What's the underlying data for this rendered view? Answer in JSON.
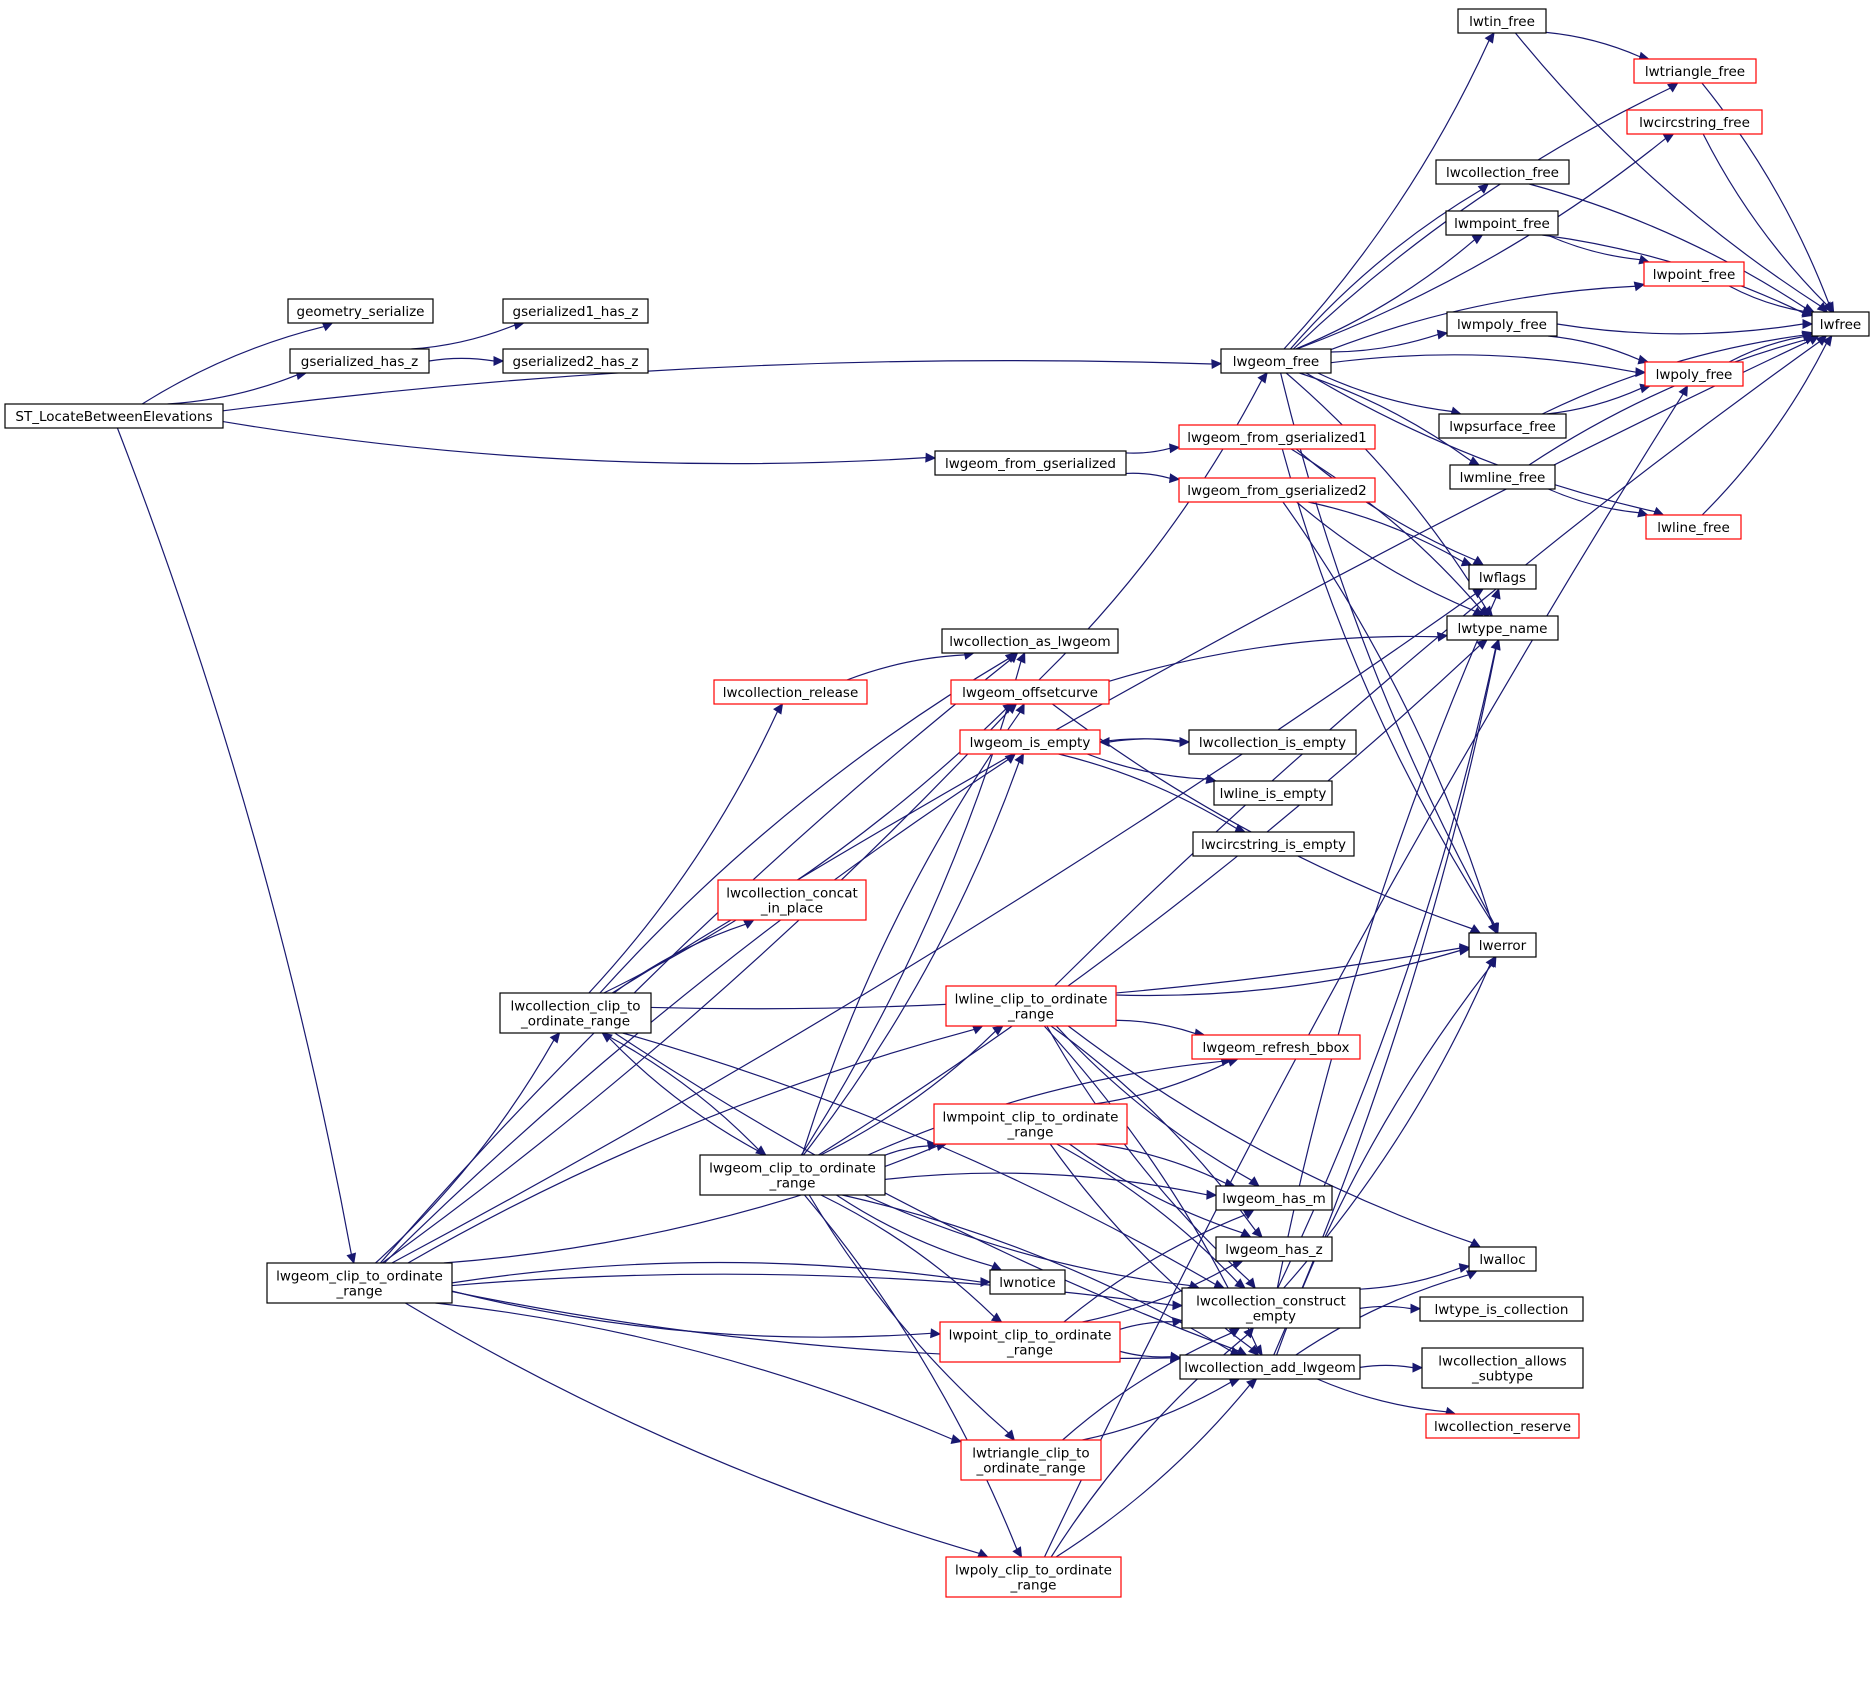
{
  "colors": {
    "edge": "#191970",
    "node_border_default": "#000000",
    "node_border_truncated": "#ff0000",
    "root_fill": "#bfbfbf",
    "background": "#ffffff"
  },
  "nodes": [
    {
      "id": "st_locate",
      "lines": [
        "ST_LocateBetweenElevations"
      ],
      "border": "black",
      "root": true
    },
    {
      "id": "geometry_serialize",
      "lines": [
        "geometry_serialize"
      ],
      "border": "black"
    },
    {
      "id": "gserialized_has_z",
      "lines": [
        "gserialized_has_z"
      ],
      "border": "black"
    },
    {
      "id": "gserialized1_has_z",
      "lines": [
        "gserialized1_has_z"
      ],
      "border": "black"
    },
    {
      "id": "gserialized2_has_z",
      "lines": [
        "gserialized2_has_z"
      ],
      "border": "black"
    },
    {
      "id": "lwgeom_free",
      "lines": [
        "lwgeom_free"
      ],
      "border": "black"
    },
    {
      "id": "lwgeom_from_gserialized",
      "lines": [
        "lwgeom_from_gserialized"
      ],
      "border": "black"
    },
    {
      "id": "lwgeom_from_gserialized1",
      "lines": [
        "lwgeom_from_gserialized1"
      ],
      "border": "red"
    },
    {
      "id": "lwgeom_from_gserialized2",
      "lines": [
        "lwgeom_from_gserialized2"
      ],
      "border": "red"
    },
    {
      "id": "lwtin_free",
      "lines": [
        "lwtin_free"
      ],
      "border": "black"
    },
    {
      "id": "lwtriangle_free",
      "lines": [
        "lwtriangle_free"
      ],
      "border": "red"
    },
    {
      "id": "lwcircstring_free",
      "lines": [
        "lwcircstring_free"
      ],
      "border": "red"
    },
    {
      "id": "lwcollection_free",
      "lines": [
        "lwcollection_free"
      ],
      "border": "black"
    },
    {
      "id": "lwmpoint_free",
      "lines": [
        "lwmpoint_free"
      ],
      "border": "black"
    },
    {
      "id": "lwpoint_free",
      "lines": [
        "lwpoint_free"
      ],
      "border": "red"
    },
    {
      "id": "lwmpoly_free",
      "lines": [
        "lwmpoly_free"
      ],
      "border": "black"
    },
    {
      "id": "lwpoly_free",
      "lines": [
        "lwpoly_free"
      ],
      "border": "red"
    },
    {
      "id": "lwpsurface_free",
      "lines": [
        "lwpsurface_free"
      ],
      "border": "black"
    },
    {
      "id": "lwmline_free",
      "lines": [
        "lwmline_free"
      ],
      "border": "black"
    },
    {
      "id": "lwline_free",
      "lines": [
        "lwline_free"
      ],
      "border": "red"
    },
    {
      "id": "lwfree",
      "lines": [
        "lwfree"
      ],
      "border": "black"
    },
    {
      "id": "lwflags",
      "lines": [
        "lwflags"
      ],
      "border": "black"
    },
    {
      "id": "lwtype_name",
      "lines": [
        "lwtype_name"
      ],
      "border": "black"
    },
    {
      "id": "lwerror",
      "lines": [
        "lwerror"
      ],
      "border": "black"
    },
    {
      "id": "lwcollection_as_lwgeom",
      "lines": [
        "lwcollection_as_lwgeom"
      ],
      "border": "black"
    },
    {
      "id": "lwcollection_release",
      "lines": [
        "lwcollection_release"
      ],
      "border": "red"
    },
    {
      "id": "lwgeom_offsetcurve",
      "lines": [
        "lwgeom_offsetcurve"
      ],
      "border": "red"
    },
    {
      "id": "lwgeom_is_empty",
      "lines": [
        "lwgeom_is_empty"
      ],
      "border": "red"
    },
    {
      "id": "lwcollection_is_empty",
      "lines": [
        "lwcollection_is_empty"
      ],
      "border": "black"
    },
    {
      "id": "lwline_is_empty",
      "lines": [
        "lwline_is_empty"
      ],
      "border": "black"
    },
    {
      "id": "lwcircstring_is_empty",
      "lines": [
        "lwcircstring_is_empty"
      ],
      "border": "black"
    },
    {
      "id": "lwcollection_concat",
      "lines": [
        "lwcollection_concat",
        "_in_place"
      ],
      "border": "red"
    },
    {
      "id": "lwcollection_clip",
      "lines": [
        "lwcollection_clip_to",
        "_ordinate_range"
      ],
      "border": "black"
    },
    {
      "id": "lwline_clip",
      "lines": [
        "lwline_clip_to_ordinate",
        "_range"
      ],
      "border": "red"
    },
    {
      "id": "lwgeom_refresh_bbox",
      "lines": [
        "lwgeom_refresh_bbox"
      ],
      "border": "red"
    },
    {
      "id": "lwmpoint_clip",
      "lines": [
        "lwmpoint_clip_to_ordinate",
        "_range"
      ],
      "border": "red"
    },
    {
      "id": "lwgeom_clip_inner",
      "lines": [
        "lwgeom_clip_to_ordinate",
        "_range"
      ],
      "border": "black"
    },
    {
      "id": "lwgeom_has_m",
      "lines": [
        "lwgeom_has_m"
      ],
      "border": "black"
    },
    {
      "id": "lwgeom_has_z",
      "lines": [
        "lwgeom_has_z"
      ],
      "border": "black"
    },
    {
      "id": "lwalloc",
      "lines": [
        "lwalloc"
      ],
      "border": "black"
    },
    {
      "id": "lwgeom_clip_outer",
      "lines": [
        "lwgeom_clip_to_ordinate",
        "_range"
      ],
      "border": "black"
    },
    {
      "id": "lwnotice",
      "lines": [
        "lwnotice"
      ],
      "border": "black"
    },
    {
      "id": "lwcollection_construct_empty",
      "lines": [
        "lwcollection_construct",
        "_empty"
      ],
      "border": "black"
    },
    {
      "id": "lwtype_is_collection",
      "lines": [
        "lwtype_is_collection"
      ],
      "border": "black"
    },
    {
      "id": "lwpoint_clip",
      "lines": [
        "lwpoint_clip_to_ordinate",
        "_range"
      ],
      "border": "red"
    },
    {
      "id": "lwcollection_add_lwgeom",
      "lines": [
        "lwcollection_add_lwgeom"
      ],
      "border": "black"
    },
    {
      "id": "lwcollection_allows_subtype",
      "lines": [
        "lwcollection_allows",
        "_subtype"
      ],
      "border": "black"
    },
    {
      "id": "lwcollection_reserve",
      "lines": [
        "lwcollection_reserve"
      ],
      "border": "red"
    },
    {
      "id": "lwtriangle_clip",
      "lines": [
        "lwtriangle_clip_to",
        "_ordinate_range"
      ],
      "border": "red"
    },
    {
      "id": "lwpoly_clip",
      "lines": [
        "lwpoly_clip_to_ordinate",
        "_range"
      ],
      "border": "red"
    }
  ],
  "edges": [
    [
      "st_locate",
      "geometry_serialize"
    ],
    [
      "st_locate",
      "gserialized_has_z"
    ],
    [
      "st_locate",
      "lwgeom_free"
    ],
    [
      "st_locate",
      "lwgeom_from_gserialized"
    ],
    [
      "st_locate",
      "lwgeom_clip_outer"
    ],
    [
      "gserialized_has_z",
      "gserialized1_has_z"
    ],
    [
      "gserialized_has_z",
      "gserialized2_has_z"
    ],
    [
      "lwgeom_from_gserialized",
      "lwgeom_from_gserialized1"
    ],
    [
      "lwgeom_from_gserialized",
      "lwgeom_from_gserialized2"
    ],
    [
      "lwgeom_from_gserialized1",
      "lwflags"
    ],
    [
      "lwgeom_from_gserialized1",
      "lwtype_name"
    ],
    [
      "lwgeom_from_gserialized1",
      "lwerror"
    ],
    [
      "lwgeom_from_gserialized2",
      "lwflags"
    ],
    [
      "lwgeom_from_gserialized2",
      "lwtype_name"
    ],
    [
      "lwgeom_from_gserialized2",
      "lwerror"
    ],
    [
      "lwgeom_free",
      "lwtin_free"
    ],
    [
      "lwgeom_free",
      "lwtriangle_free"
    ],
    [
      "lwgeom_free",
      "lwcircstring_free"
    ],
    [
      "lwgeom_free",
      "lwcollection_free"
    ],
    [
      "lwgeom_free",
      "lwmpoint_free"
    ],
    [
      "lwgeom_free",
      "lwpoint_free"
    ],
    [
      "lwgeom_free",
      "lwmpoly_free"
    ],
    [
      "lwgeom_free",
      "lwpoly_free"
    ],
    [
      "lwgeom_free",
      "lwpsurface_free"
    ],
    [
      "lwgeom_free",
      "lwmline_free"
    ],
    [
      "lwgeom_free",
      "lwline_free"
    ],
    [
      "lwgeom_free",
      "lwtype_name"
    ],
    [
      "lwgeom_free",
      "lwerror"
    ],
    [
      "lwtin_free",
      "lwtriangle_free"
    ],
    [
      "lwtin_free",
      "lwfree"
    ],
    [
      "lwtriangle_free",
      "lwfree"
    ],
    [
      "lwcircstring_free",
      "lwfree"
    ],
    [
      "lwcollection_free",
      "lwfree"
    ],
    [
      "lwmpoint_free",
      "lwpoint_free"
    ],
    [
      "lwmpoint_free",
      "lwfree"
    ],
    [
      "lwpoint_free",
      "lwfree"
    ],
    [
      "lwmpoly_free",
      "lwpoly_free"
    ],
    [
      "lwmpoly_free",
      "lwfree"
    ],
    [
      "lwpoly_free",
      "lwfree"
    ],
    [
      "lwpsurface_free",
      "lwpoly_free"
    ],
    [
      "lwpsurface_free",
      "lwfree"
    ],
    [
      "lwmline_free",
      "lwline_free"
    ],
    [
      "lwmline_free",
      "lwfree"
    ],
    [
      "lwline_free",
      "lwfree"
    ],
    [
      "lwcollection_release",
      "lwcollection_as_lwgeom"
    ],
    [
      "lwgeom_offsetcurve",
      "lwgeom_free"
    ],
    [
      "lwgeom_offsetcurve",
      "lwtype_name"
    ],
    [
      "lwgeom_offsetcurve",
      "lwerror"
    ],
    [
      "lwgeom_is_empty",
      "lwcollection_is_empty"
    ],
    [
      "lwgeom_is_empty",
      "lwline_is_empty"
    ],
    [
      "lwgeom_is_empty",
      "lwcircstring_is_empty"
    ],
    [
      "lwcollection_is_empty",
      "lwgeom_is_empty"
    ],
    [
      "lwcollection_clip",
      "lwcollection_as_lwgeom"
    ],
    [
      "lwcollection_clip",
      "lwcollection_release"
    ],
    [
      "lwcollection_clip",
      "lwcollection_concat"
    ],
    [
      "lwcollection_clip",
      "lwgeom_offsetcurve"
    ],
    [
      "lwcollection_clip",
      "lwgeom_clip_inner"
    ],
    [
      "lwcollection_clip",
      "lwerror"
    ],
    [
      "lwcollection_clip",
      "lwcollection_construct_empty"
    ],
    [
      "lwcollection_clip",
      "lwcollection_add_lwgeom"
    ],
    [
      "lwcollection_clip",
      "lwfree"
    ],
    [
      "lwline_clip",
      "lwerror"
    ],
    [
      "lwline_clip",
      "lwgeom_refresh_bbox"
    ],
    [
      "lwline_clip",
      "lwgeom_has_m"
    ],
    [
      "lwline_clip",
      "lwgeom_has_z"
    ],
    [
      "lwline_clip",
      "lwcollection_construct_empty"
    ],
    [
      "lwline_clip",
      "lwcollection_add_lwgeom"
    ],
    [
      "lwline_clip",
      "lwalloc"
    ],
    [
      "lwline_clip",
      "lwfree"
    ],
    [
      "lwmpoint_clip",
      "lwgeom_refresh_bbox"
    ],
    [
      "lwmpoint_clip",
      "lwgeom_has_m"
    ],
    [
      "lwmpoint_clip",
      "lwgeom_has_z"
    ],
    [
      "lwmpoint_clip",
      "lwcollection_construct_empty"
    ],
    [
      "lwmpoint_clip",
      "lwcollection_add_lwgeom"
    ],
    [
      "lwgeom_clip_inner",
      "lwcollection_clip"
    ],
    [
      "lwgeom_clip_inner",
      "lwcollection_as_lwgeom"
    ],
    [
      "lwgeom_clip_inner",
      "lwgeom_offsetcurve"
    ],
    [
      "lwgeom_clip_inner",
      "lwgeom_is_empty"
    ],
    [
      "lwgeom_clip_inner",
      "lwgeom_refresh_bbox"
    ],
    [
      "lwgeom_clip_inner",
      "lwline_clip"
    ],
    [
      "lwgeom_clip_inner",
      "lwmpoint_clip"
    ],
    [
      "lwgeom_clip_inner",
      "lwtype_name"
    ],
    [
      "lwgeom_clip_inner",
      "lwgeom_has_m"
    ],
    [
      "lwgeom_clip_inner",
      "lwcollection_construct_empty"
    ],
    [
      "lwgeom_clip_inner",
      "lwcollection_add_lwgeom"
    ],
    [
      "lwgeom_clip_inner",
      "lwnotice"
    ],
    [
      "lwgeom_clip_inner",
      "lwpoint_clip"
    ],
    [
      "lwgeom_clip_inner",
      "lwtriangle_clip"
    ],
    [
      "lwgeom_clip_inner",
      "lwpoly_clip"
    ],
    [
      "lwgeom_clip_outer",
      "lwcollection_clip"
    ],
    [
      "lwgeom_clip_outer",
      "lwcollection_as_lwgeom"
    ],
    [
      "lwgeom_clip_outer",
      "lwgeom_offsetcurve"
    ],
    [
      "lwgeom_clip_outer",
      "lwgeom_is_empty"
    ],
    [
      "lwgeom_clip_outer",
      "lwflags"
    ],
    [
      "lwgeom_clip_outer",
      "lwline_clip"
    ],
    [
      "lwgeom_clip_outer",
      "lwmpoint_clip"
    ],
    [
      "lwgeom_clip_outer",
      "lwnotice"
    ],
    [
      "lwgeom_clip_outer",
      "lwpoint_clip"
    ],
    [
      "lwgeom_clip_outer",
      "lwtriangle_clip"
    ],
    [
      "lwgeom_clip_outer",
      "lwpoly_clip"
    ],
    [
      "lwgeom_clip_outer",
      "lwcollection_construct_empty"
    ],
    [
      "lwgeom_clip_outer",
      "lwcollection_add_lwgeom"
    ],
    [
      "lwpoint_clip",
      "lwgeom_has_m"
    ],
    [
      "lwpoint_clip",
      "lwgeom_has_z"
    ],
    [
      "lwpoint_clip",
      "lwcollection_construct_empty"
    ],
    [
      "lwpoint_clip",
      "lwcollection_add_lwgeom"
    ],
    [
      "lwtriangle_clip",
      "lwcollection_construct_empty"
    ],
    [
      "lwtriangle_clip",
      "lwcollection_add_lwgeom"
    ],
    [
      "lwpoly_clip",
      "lwcollection_construct_empty"
    ],
    [
      "lwpoly_clip",
      "lwcollection_add_lwgeom"
    ],
    [
      "lwpoly_clip",
      "lwpoly_free"
    ],
    [
      "lwcollection_construct_empty",
      "lwalloc"
    ],
    [
      "lwcollection_construct_empty",
      "lwtype_is_collection"
    ],
    [
      "lwcollection_construct_empty",
      "lwerror"
    ],
    [
      "lwcollection_construct_empty",
      "lwflags"
    ],
    [
      "lwcollection_construct_empty",
      "lwtype_name"
    ],
    [
      "lwcollection_add_lwgeom",
      "lwcollection_allows_subtype"
    ],
    [
      "lwcollection_add_lwgeom",
      "lwcollection_reserve"
    ],
    [
      "lwcollection_add_lwgeom",
      "lwerror"
    ],
    [
      "lwcollection_add_lwgeom",
      "lwtype_name"
    ],
    [
      "lwcollection_add_lwgeom",
      "lwalloc"
    ]
  ]
}
